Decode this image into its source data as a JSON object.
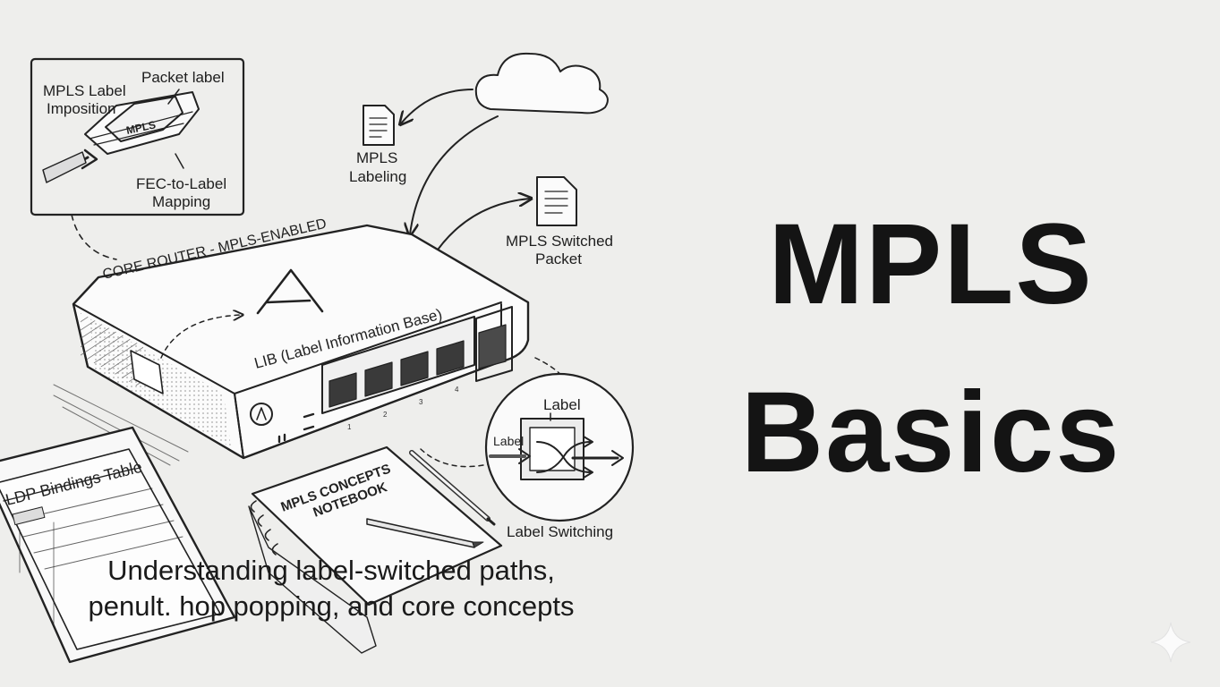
{
  "title": {
    "line1": "MPLS",
    "line2": "Basics"
  },
  "subtitle": {
    "line1": "Understanding label-switched paths,",
    "line2": "penult. hop popping, and core concepts"
  },
  "illustration": {
    "inset": {
      "label_imposition": [
        "MPLS Label",
        "Imposition"
      ],
      "packet_label": "Packet label",
      "tag_text": "MPLS",
      "fec_mapping": [
        "FEC-to-Label",
        "Mapping"
      ]
    },
    "mpls_labeling": [
      "MPLS",
      "Labeling"
    ],
    "switched_packet": [
      "MPLS Switched",
      "Packet"
    ],
    "router_caption": "CORE ROUTER - MPLS-ENABLED",
    "lib_caption": "LIB (Label Information Base)",
    "port_numbers": [
      "1",
      "2",
      "3",
      "4"
    ],
    "switch_detail": {
      "top": "Label",
      "left": "Label",
      "bottom": "Label Switching"
    },
    "tablet_title": "LDP Bindings Table",
    "notebook_title": [
      "MPLS CONCEPTS",
      "NOTEBOOK"
    ]
  },
  "icons": [
    "cloud-icon",
    "document-icon",
    "sparkle-icon"
  ],
  "colors": {
    "background": "#eeeeec",
    "ink": "#1e1e1e",
    "title": "#141414"
  }
}
